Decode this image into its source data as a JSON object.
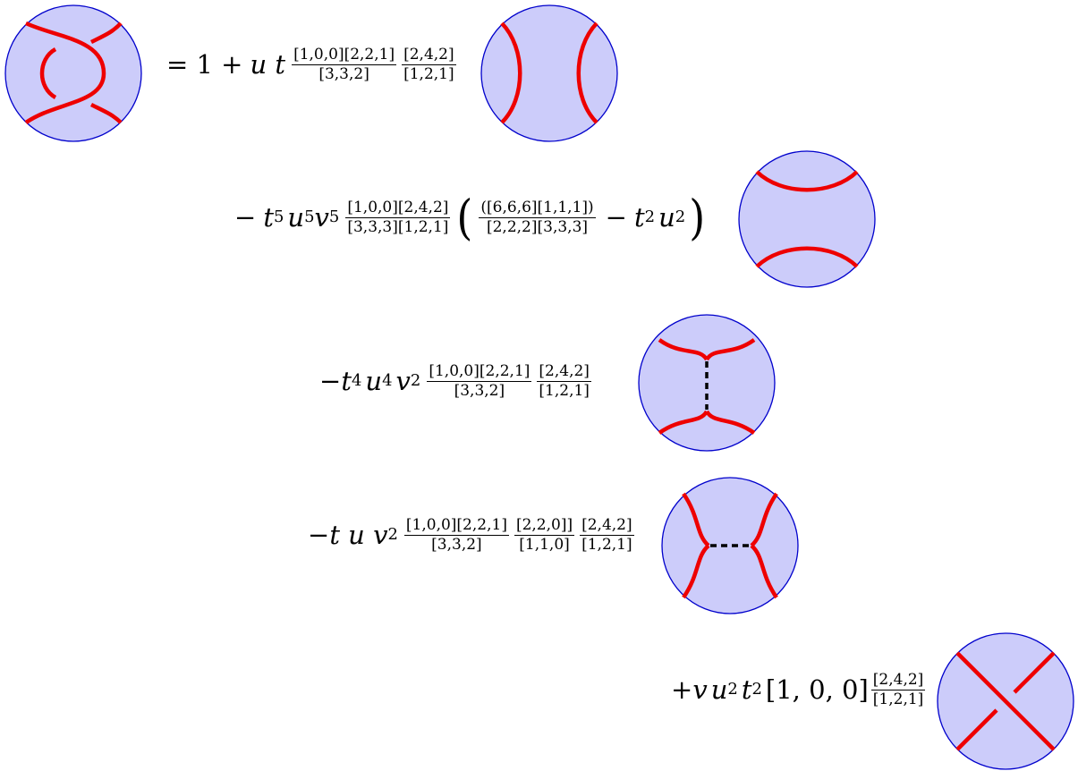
{
  "colors": {
    "disk_fill": "#ccccfa",
    "disk_stroke": "#0000cc",
    "strand": "#ee0000",
    "dashed_edge": "#000000"
  },
  "diagrams": [
    {
      "name": "crossing-pair-lhs"
    },
    {
      "name": "vertical-arcs"
    },
    {
      "name": "horizontal-arcs"
    },
    {
      "name": "vertical-trivalent-pair"
    },
    {
      "name": "horizontal-trivalent-pair"
    },
    {
      "name": "crossing"
    }
  ],
  "terms": {
    "t1": {
      "lead": "= 1 +",
      "vars": "u t",
      "f1": {
        "num": "[1,0,0][2,2,1]",
        "den": "[3,3,2]"
      },
      "f2": {
        "num": "[2,4,2]",
        "den": "[1,2,1]"
      }
    },
    "t2": {
      "lead": "−",
      "t": "t",
      "t_exp": "5",
      "u": "u",
      "u_exp": "5",
      "v": "v",
      "v_exp": "5",
      "f1": {
        "num": "[1,0,0][2,4,2]",
        "den": "[3,3,3][1,2,1]"
      },
      "lparen": "(",
      "f2": {
        "num": "([6,6,6][1,1,1])",
        "den": "[2,2,2][3,3,3]"
      },
      "minus": "−",
      "t2": "t",
      "t2_exp": "2",
      "u2": "u",
      "u2_exp": "2",
      "rparen": ")"
    },
    "t3": {
      "lead": "−",
      "t": "t",
      "t_exp": "4",
      "u": "u",
      "u_exp": "4",
      "v": "v",
      "v_exp": "2",
      "f1": {
        "num": "[1,0,0][2,2,1]",
        "den": "[3,3,2]"
      },
      "f2": {
        "num": "[2,4,2]",
        "den": "[1,2,1]"
      }
    },
    "t4": {
      "lead": "−",
      "vars": "t u v",
      "v_exp": "2",
      "f1": {
        "num": "[1,0,0][2,2,1]",
        "den": "[3,3,2]"
      },
      "f2": {
        "num": "[2,2,0]]",
        "den": "[1,1,0]"
      },
      "f3": {
        "num": "[2,4,2]",
        "den": "[1,2,1]"
      }
    },
    "t5": {
      "lead": "+",
      "v": "v",
      "u": "u",
      "u_exp": "2",
      "t": "t",
      "t_exp": "2",
      "bracket": "[1, 0, 0]",
      "f1": {
        "num": "[2,4,2]",
        "den": "[1,2,1]"
      }
    }
  }
}
